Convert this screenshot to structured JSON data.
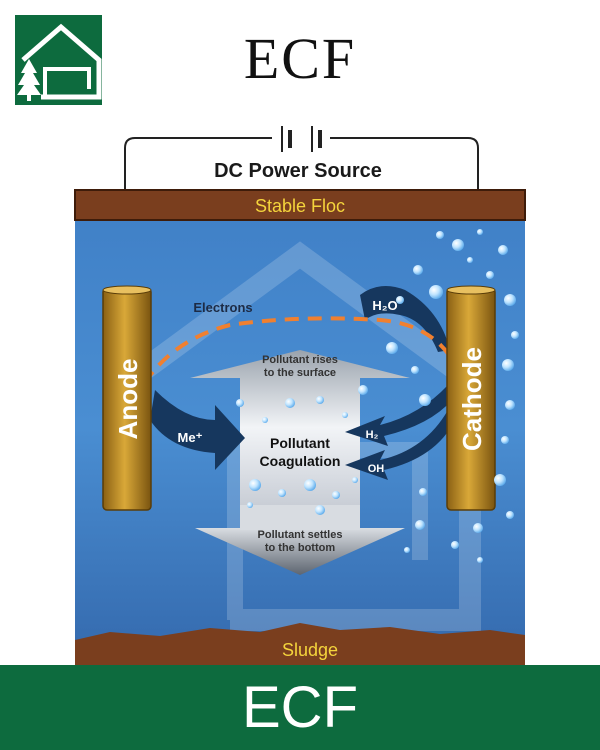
{
  "header": {
    "title": "ECF"
  },
  "logo": {
    "icon": "house-tree-logo-icon"
  },
  "diagram": {
    "power_source": "DC Power Source",
    "stable_floc": "Stable Floc",
    "sludge": "Sludge",
    "anode": "Anode",
    "cathode": "Cathode",
    "electrons": "Electrons",
    "h2o": "H₂O",
    "me_ion": "Me⁺",
    "h2": "H₂",
    "oh": "OH",
    "pollutant_rises_1": "Pollutant rises",
    "pollutant_rises_2": "to the surface",
    "coagulation_1": "Pollutant",
    "coagulation_2": "Coagulation",
    "settles_1": "Pollutant settles",
    "settles_2": "to the bottom",
    "colors": {
      "water": "#3a78c0",
      "floc_band": "#7a3e1e",
      "band_text": "#f4d43c",
      "electrode": "#c9962a",
      "arrow_dark": "#16375e",
      "electron_arrow": "#f08030",
      "bubble": "#bfe4ff"
    }
  },
  "footer": {
    "title": "ECF"
  }
}
